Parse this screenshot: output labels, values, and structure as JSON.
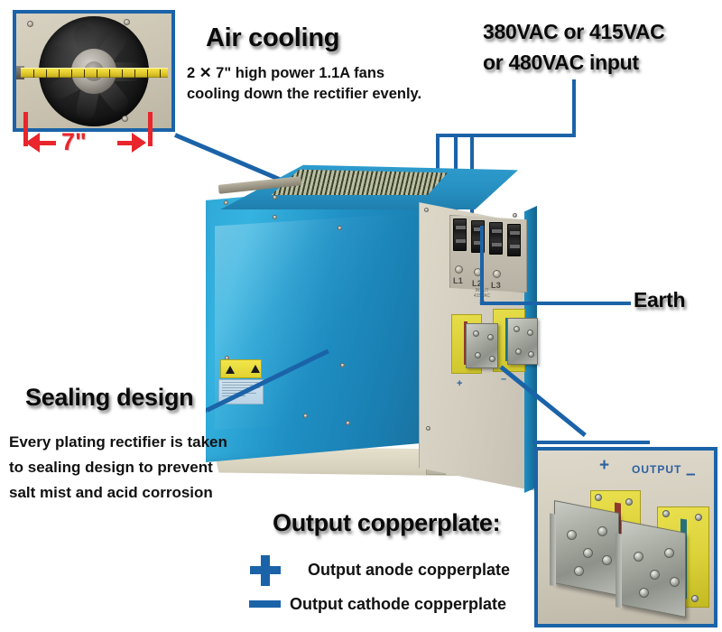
{
  "callouts": {
    "air_cooling": {
      "title": "Air cooling",
      "body": "2 ✕ 7\" high power 1.1A fans cooling down the rectifier evenly.",
      "dimension_label": "7\"",
      "icon": "axial-fan-photo"
    },
    "input_voltage": {
      "line1": "380VAC or 415VAC",
      "line2": "or 480VAC input"
    },
    "earth": {
      "label": "Earth"
    },
    "sealing_design": {
      "title": "Sealing design",
      "body_line1": "Every plating rectifier is taken",
      "body_line2": "to sealing design to prevent",
      "body_line3": "salt mist and acid corrosion"
    },
    "output_copperplate": {
      "title": "Output copperplate:",
      "anode_label": "Output anode copperplate",
      "cathode_label": "Output cathode  copperplate",
      "anode_symbol": "+",
      "cathode_symbol": "–"
    }
  },
  "unit": {
    "input_terminals": [
      "L1",
      "L2",
      "L3"
    ],
    "input_spec_text": "INPUT\n415VAC\n3P",
    "output_plus": "+",
    "output_minus": "–"
  },
  "output_photo": {
    "plus": "+",
    "label": "OUTPUT",
    "minus": "–"
  },
  "colors": {
    "annotation_blue": "#1b63a8",
    "dimension_red": "#e8262b",
    "cabinet_blue": "#2196cb",
    "cabinet_beige": "#d5d0c2",
    "text_black": "#111111"
  }
}
